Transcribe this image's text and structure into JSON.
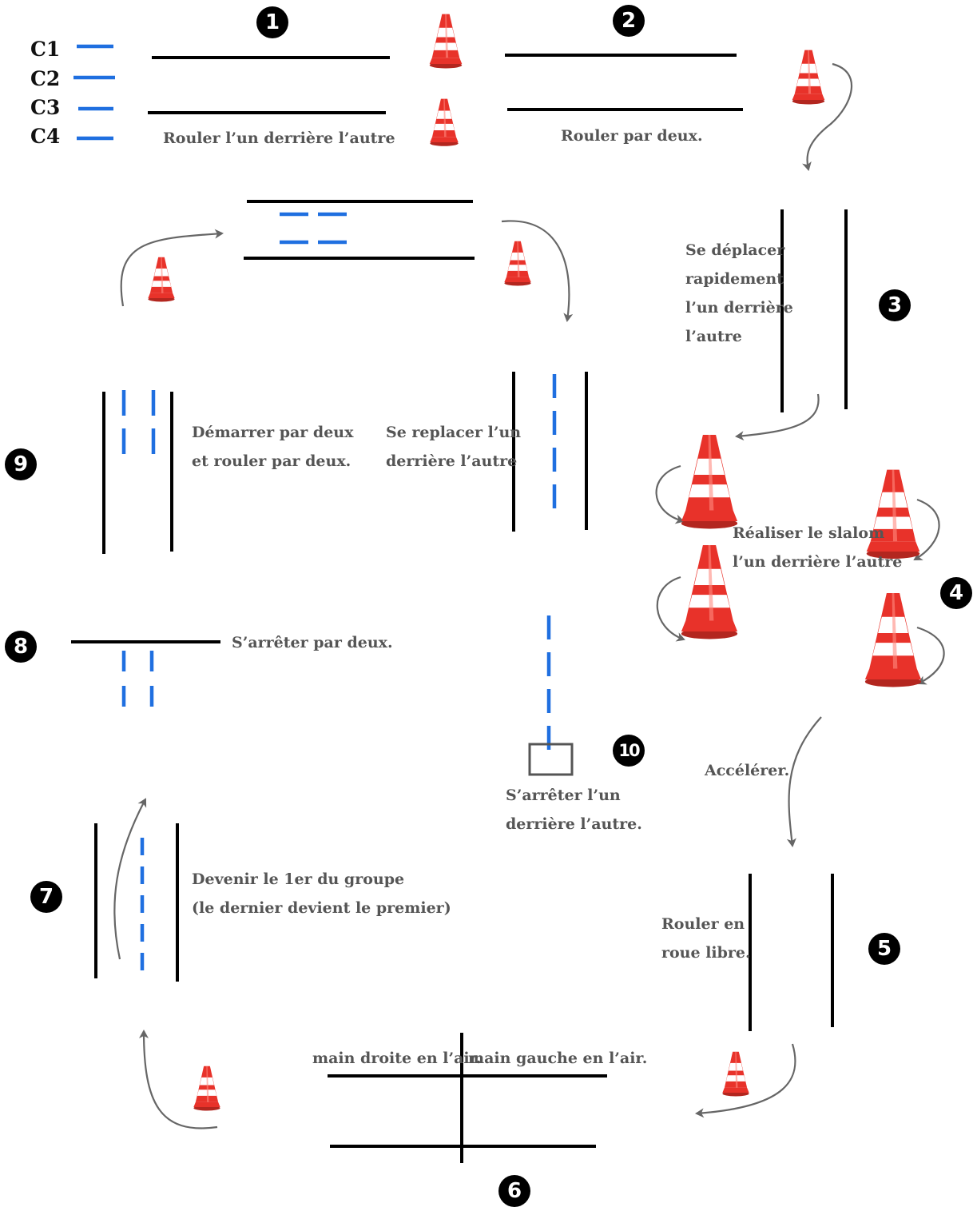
{
  "legend": {
    "items": [
      {
        "label": "C1"
      },
      {
        "label": "C2"
      },
      {
        "label": "C3"
      },
      {
        "label": "C4"
      }
    ]
  },
  "steps": [
    {
      "number": "1",
      "text": [
        "Rouler l’un derrière l’autre"
      ]
    },
    {
      "number": "2",
      "text": [
        "Rouler par deux."
      ]
    },
    {
      "number": "3",
      "text": [
        "Se déplacer",
        "rapidement",
        "l’un derrière",
        "l’autre"
      ]
    },
    {
      "number": "4",
      "text": [
        "Réaliser le slalom",
        "l’un derrière l’autre"
      ]
    },
    {
      "number": "5",
      "text": [
        "Accélérer.",
        "Rouler en",
        "roue libre."
      ]
    },
    {
      "number": "6",
      "text": [
        "main droite en l’air.",
        "main gauche en l’air."
      ]
    },
    {
      "number": "7",
      "text": [
        "Devenir le 1er du groupe",
        "(le dernier devient le premier)"
      ]
    },
    {
      "number": "8",
      "text": [
        "S’arrêter par deux."
      ]
    },
    {
      "number": "9",
      "text": [
        "Démarrer par deux",
        "et rouler par deux.",
        "Se replacer l’un",
        "derrière l’autre"
      ]
    },
    {
      "number": "10",
      "text": [
        "S’arrêter l’un",
        "derrière l’autre."
      ]
    }
  ],
  "colors": {
    "path_lines": "#000000",
    "cyclist_marks": "#1f6fe0",
    "cone_orange": "#e8322a",
    "cone_white": "#ffffff",
    "arrow": "#666666",
    "step_badge": "#000000"
  },
  "icons": [
    "traffic-cone-icon",
    "curved-arrow-icon"
  ]
}
